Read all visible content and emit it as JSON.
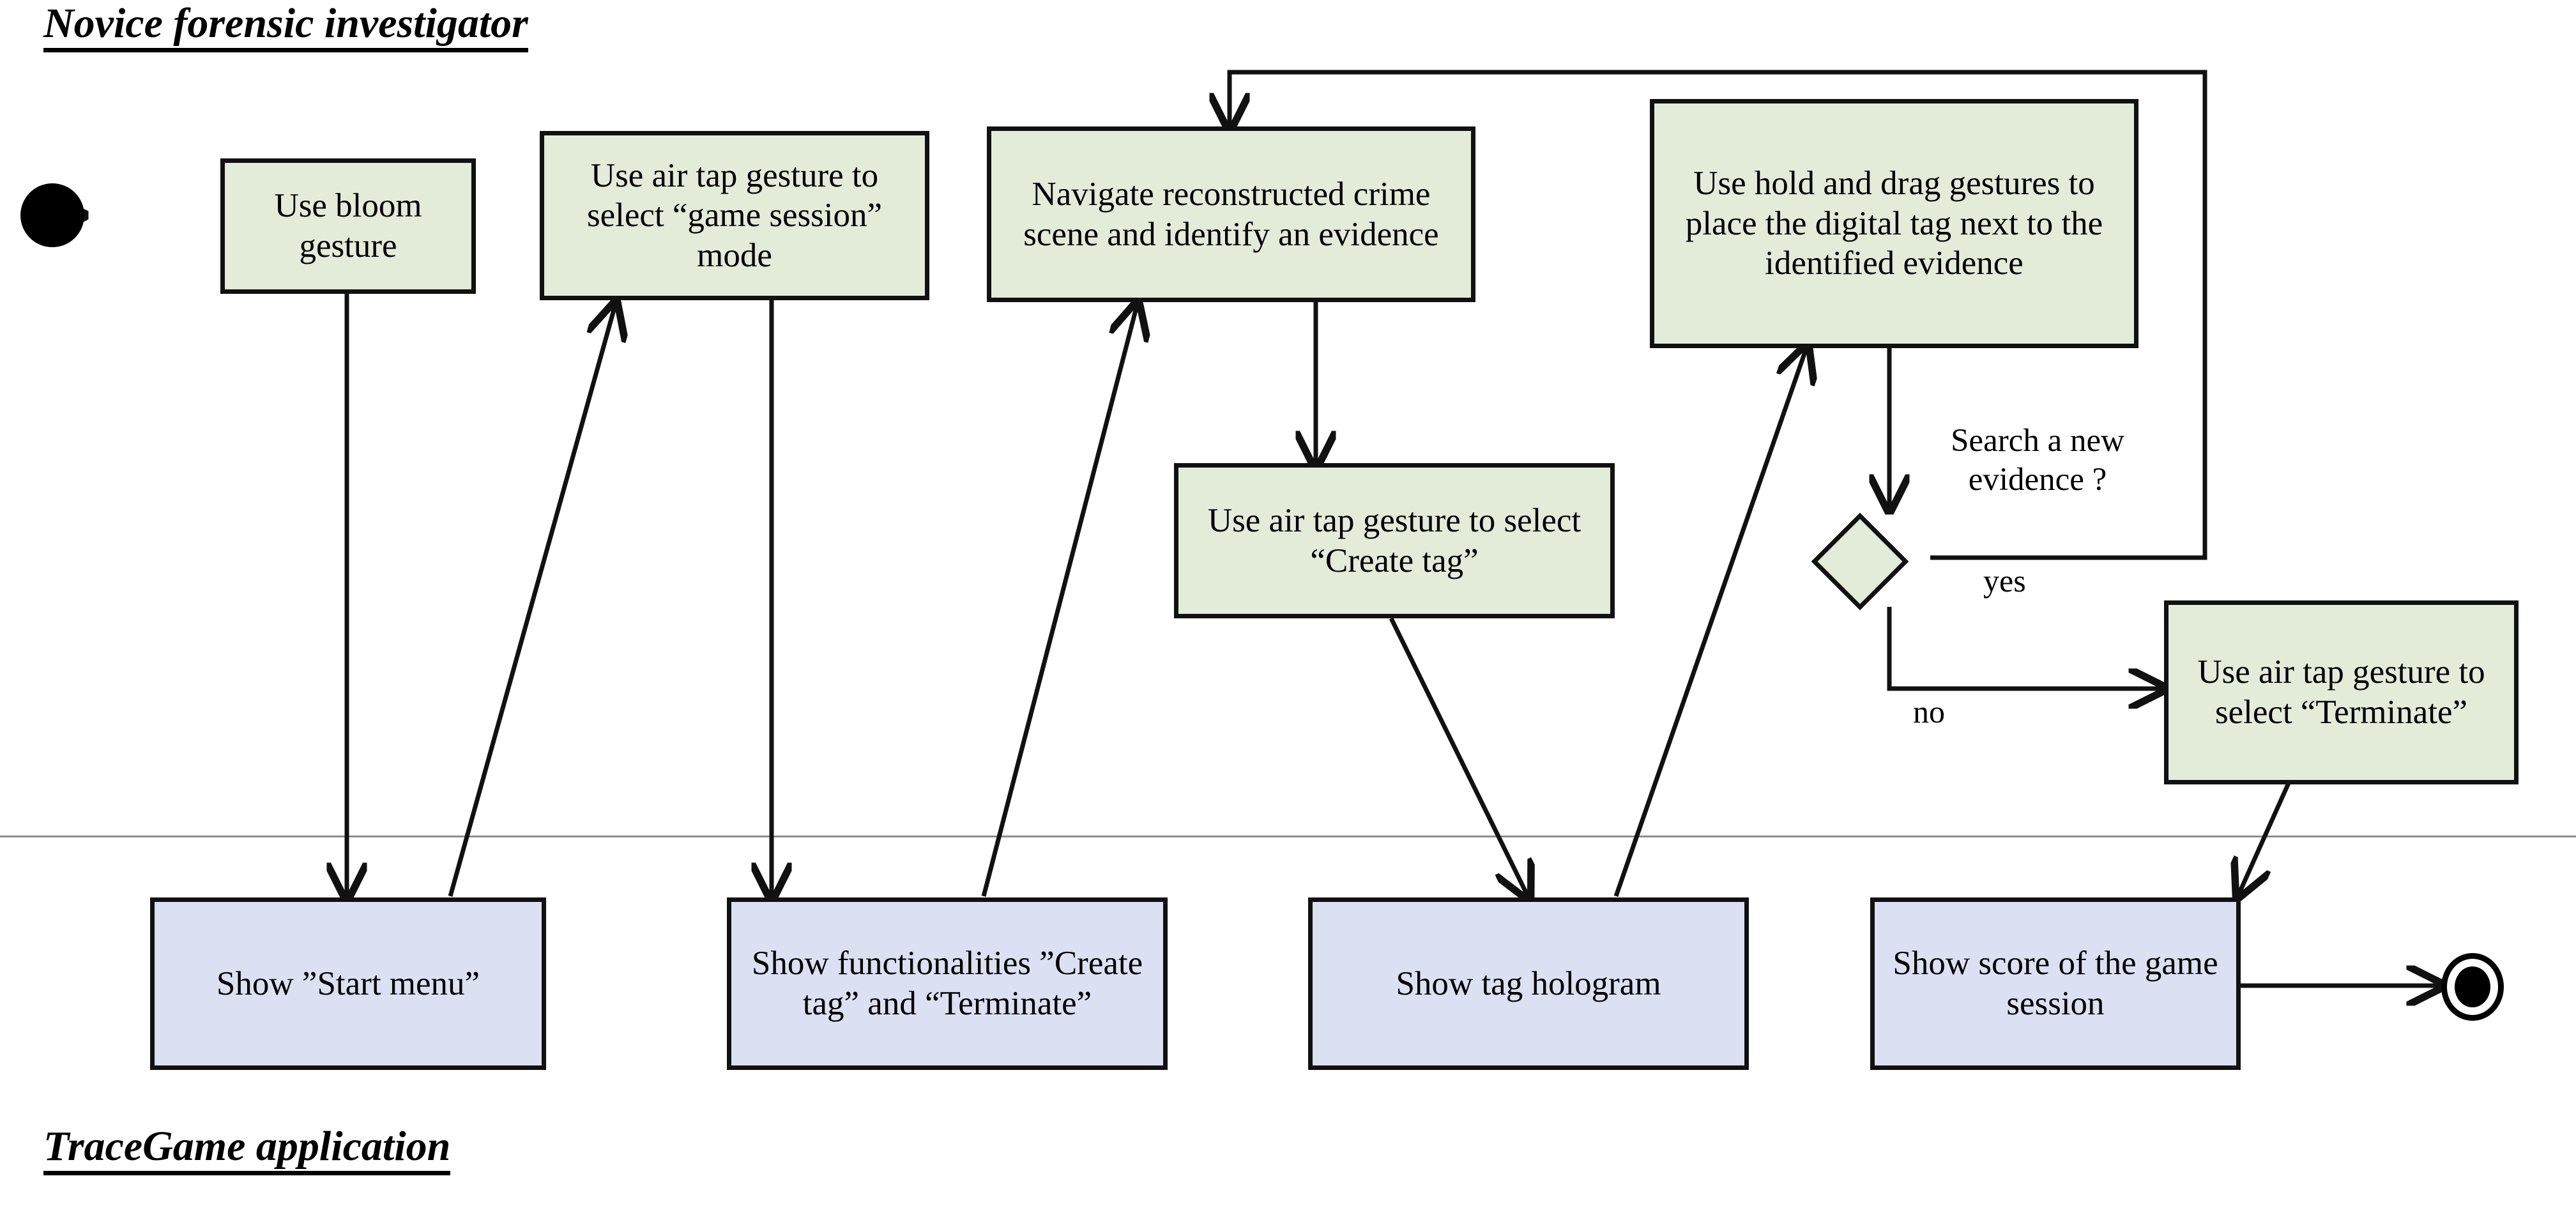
{
  "diagram": {
    "type": "uml-activity-diagram",
    "lanes": [
      {
        "id": "actor",
        "title": "Novice forensic investigator"
      },
      {
        "id": "system",
        "title": "TraceGame application"
      }
    ],
    "colors": {
      "actor_action_fill": "#e3ebd9",
      "system_action_fill": "#dbe1f2",
      "stroke": "#111111",
      "lane_divider": "#8d8d8d"
    },
    "nodes": {
      "start": {
        "name": "initial-node",
        "lane": "actor"
      },
      "end": {
        "name": "final-node",
        "lane": "system"
      },
      "a1": {
        "label": "Use bloom gesture",
        "lane": "actor"
      },
      "a2": {
        "label": "Use air tap gesture to select “game session” mode",
        "lane": "actor"
      },
      "a3": {
        "label": "Navigate reconstructed crime scene and identify an evidence",
        "lane": "actor"
      },
      "a4": {
        "label": "Use air tap gesture to select “Create tag”",
        "lane": "actor"
      },
      "a5": {
        "label": "Use hold and drag gestures to place the digital tag next to the identified evidence",
        "lane": "actor"
      },
      "a6": {
        "label": "Use air tap gesture to select “Terminate”",
        "lane": "actor"
      },
      "d1": {
        "label": "Search a new evidence ?",
        "lane": "actor",
        "kind": "decision"
      },
      "s1": {
        "label": "Show ”Start menu”",
        "lane": "system"
      },
      "s2": {
        "label": "Show functionalities ”Create tag” and “Terminate”",
        "lane": "system"
      },
      "s3": {
        "label": "Show tag hologram",
        "lane": "system"
      },
      "s4": {
        "label": "Show score of the game session",
        "lane": "system"
      }
    },
    "guards": {
      "yes": "yes",
      "no": "no"
    },
    "edges": [
      {
        "from": "start",
        "to": "a1"
      },
      {
        "from": "a1",
        "to": "s1"
      },
      {
        "from": "s1",
        "to": "a2"
      },
      {
        "from": "a2",
        "to": "s2"
      },
      {
        "from": "s2",
        "to": "a3"
      },
      {
        "from": "a3",
        "to": "a4"
      },
      {
        "from": "a4",
        "to": "s3"
      },
      {
        "from": "s3",
        "to": "a5"
      },
      {
        "from": "a5",
        "to": "d1"
      },
      {
        "from": "d1",
        "to": "a3",
        "guard": "yes"
      },
      {
        "from": "d1",
        "to": "a6",
        "guard": "no"
      },
      {
        "from": "a6",
        "to": "s4"
      },
      {
        "from": "s4",
        "to": "end"
      }
    ]
  }
}
